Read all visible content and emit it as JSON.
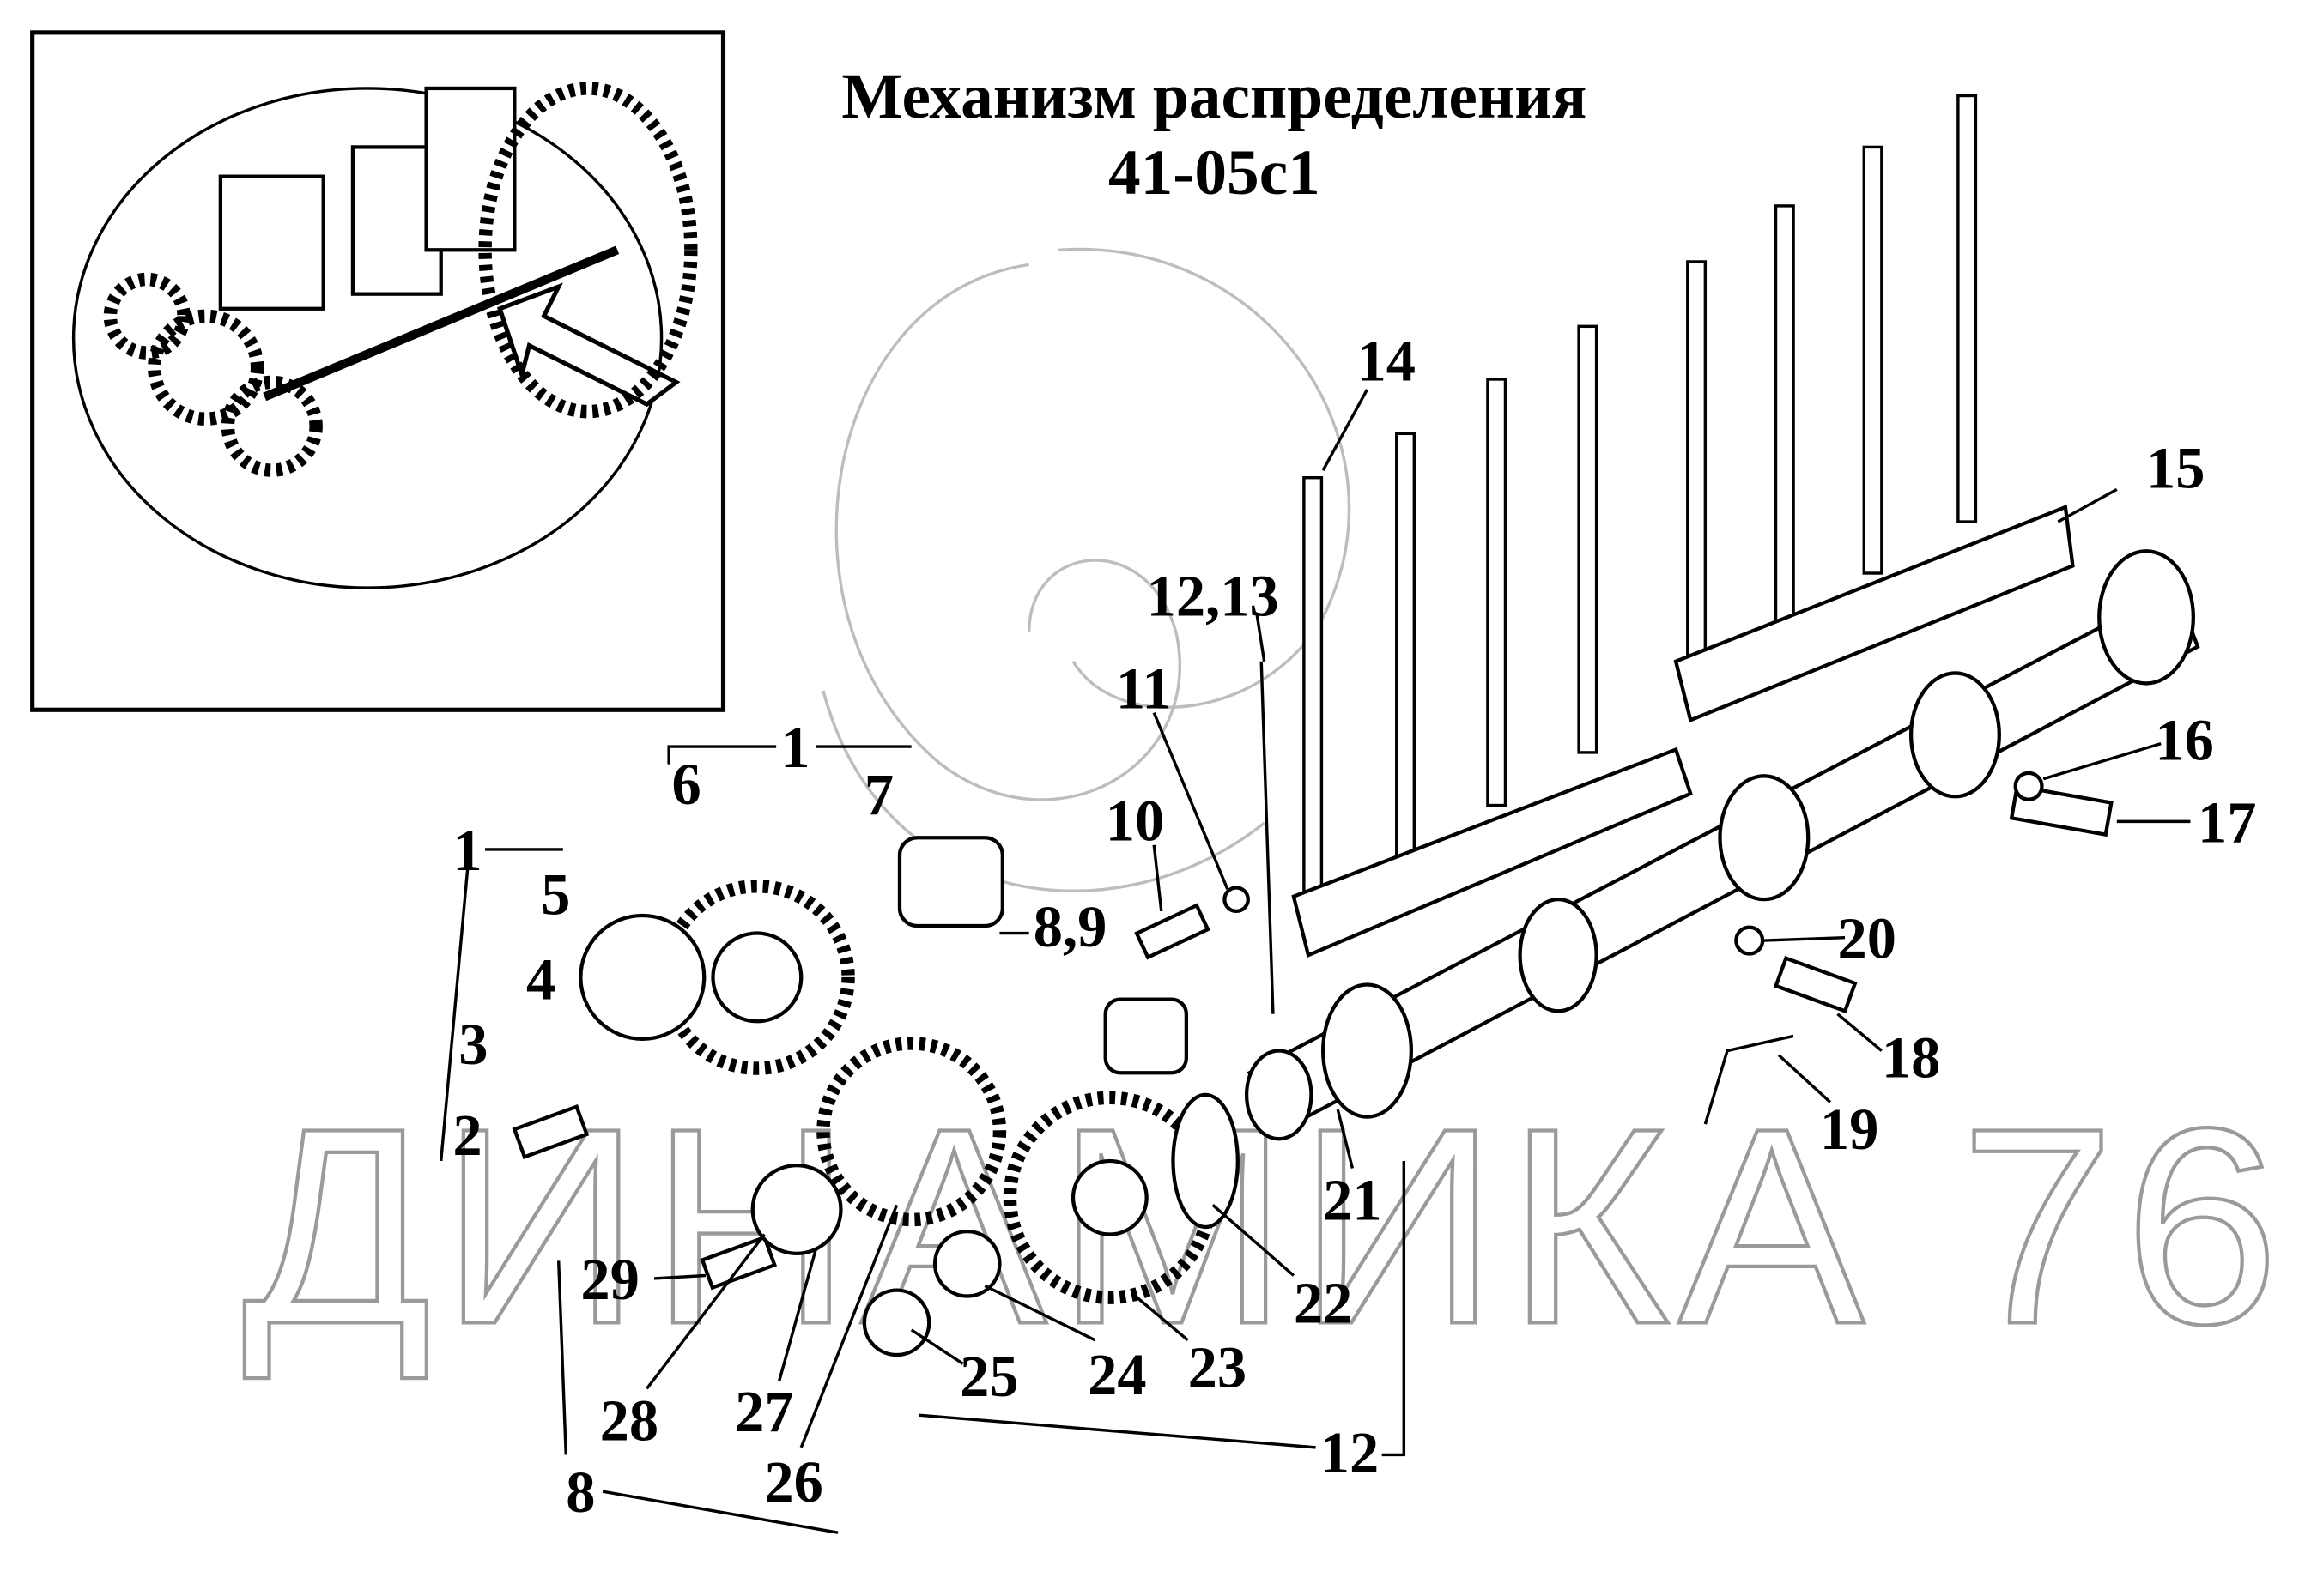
{
  "title": {
    "line1": "Механизм распределения",
    "line2": "41-05с1"
  },
  "watermark": "ДИНАМИКА 76",
  "labels": {
    "l1a": "1",
    "l1b": "1",
    "l2": "2",
    "l3": "3",
    "l4": "4",
    "l5": "5",
    "l6": "6",
    "l7": "7",
    "l89": "8,9",
    "l10": "10",
    "l11": "11",
    "l1213": "12,13",
    "l14": "14",
    "l15": "15",
    "l16": "16",
    "l17": "17",
    "l18": "18",
    "l19": "19",
    "l20": "20",
    "l21": "21",
    "l22": "22",
    "l23": "23",
    "l24": "24",
    "l25": "25",
    "l26": "26",
    "l27": "27",
    "l28": "28",
    "l29": "29",
    "l8": "8",
    "l12": "12"
  }
}
